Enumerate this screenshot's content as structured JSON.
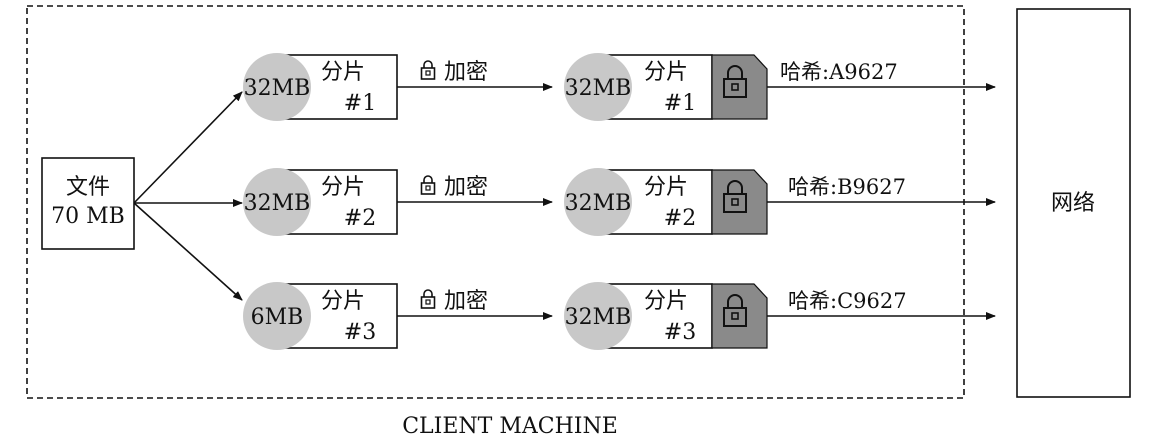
{
  "file": {
    "title": "文件",
    "size": "70 MB"
  },
  "network_label": "网络",
  "client_label": "CLIENT MACHINE",
  "encrypt_label": "加密",
  "chunk_word": "分片",
  "chunks": [
    {
      "size_in": "32MB",
      "number": "#1",
      "size_out": "32MB",
      "hash": "哈希:A9627"
    },
    {
      "size_in": "32MB",
      "number": "#2",
      "size_out": "32MB",
      "hash": "哈希:B9627"
    },
    {
      "size_in": "6MB",
      "number": "#3",
      "size_out": "32MB",
      "hash": "哈希:C9627"
    }
  ],
  "colors": {
    "circle": "#c8c8c8",
    "lock_panel": "#8a8a8a",
    "stroke": "#111111"
  }
}
